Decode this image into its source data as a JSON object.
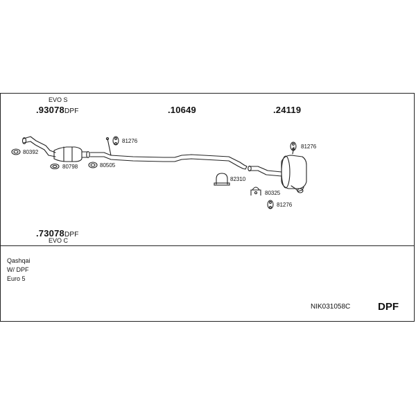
{
  "parts": {
    "front_variant_top": "EVO S",
    "front_pipe_top": ".93078",
    "front_pipe_top_suffix": "DPF",
    "center_pipe": ".10649",
    "rear_silencer": ".24119",
    "front_pipe_bottom": ".73078",
    "front_pipe_bottom_suffix": "DPF",
    "front_variant_bottom": "EVO C"
  },
  "accessories": {
    "gasket_front": "80392",
    "gasket_dpf": "80798",
    "gasket_center": "80505",
    "hanger_center": "81276",
    "clamp": "82310",
    "hanger_rear_top": "81276",
    "rubber_rear": "80325",
    "hanger_rear_bottom": "81276"
  },
  "vehicle": {
    "model": "Qashqai",
    "variant": "W/ DPF",
    "emission": "Euro 5"
  },
  "kit_code": "NIK031058C",
  "badge": "DPF",
  "stroke_color": "#222222"
}
